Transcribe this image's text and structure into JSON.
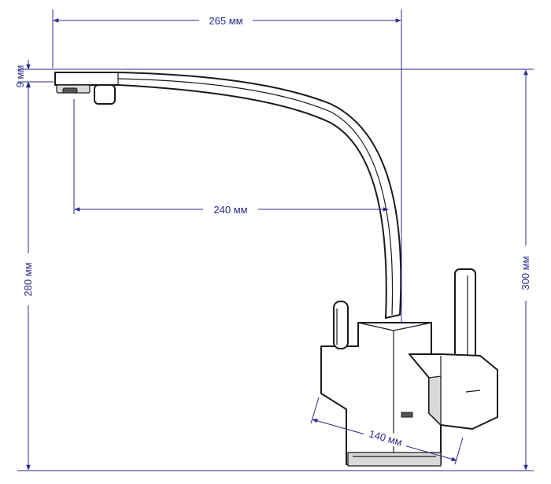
{
  "diagram": {
    "subject": "faucet-dimension-drawing",
    "line_color": "#2b2b8c",
    "dimensions": {
      "total_width": "265 мм",
      "spout_height": "9 мм",
      "spout_reach": "240 мм",
      "spout_clearance": "280 мм",
      "total_height": "300 мм",
      "base_width": "140 мм"
    }
  }
}
